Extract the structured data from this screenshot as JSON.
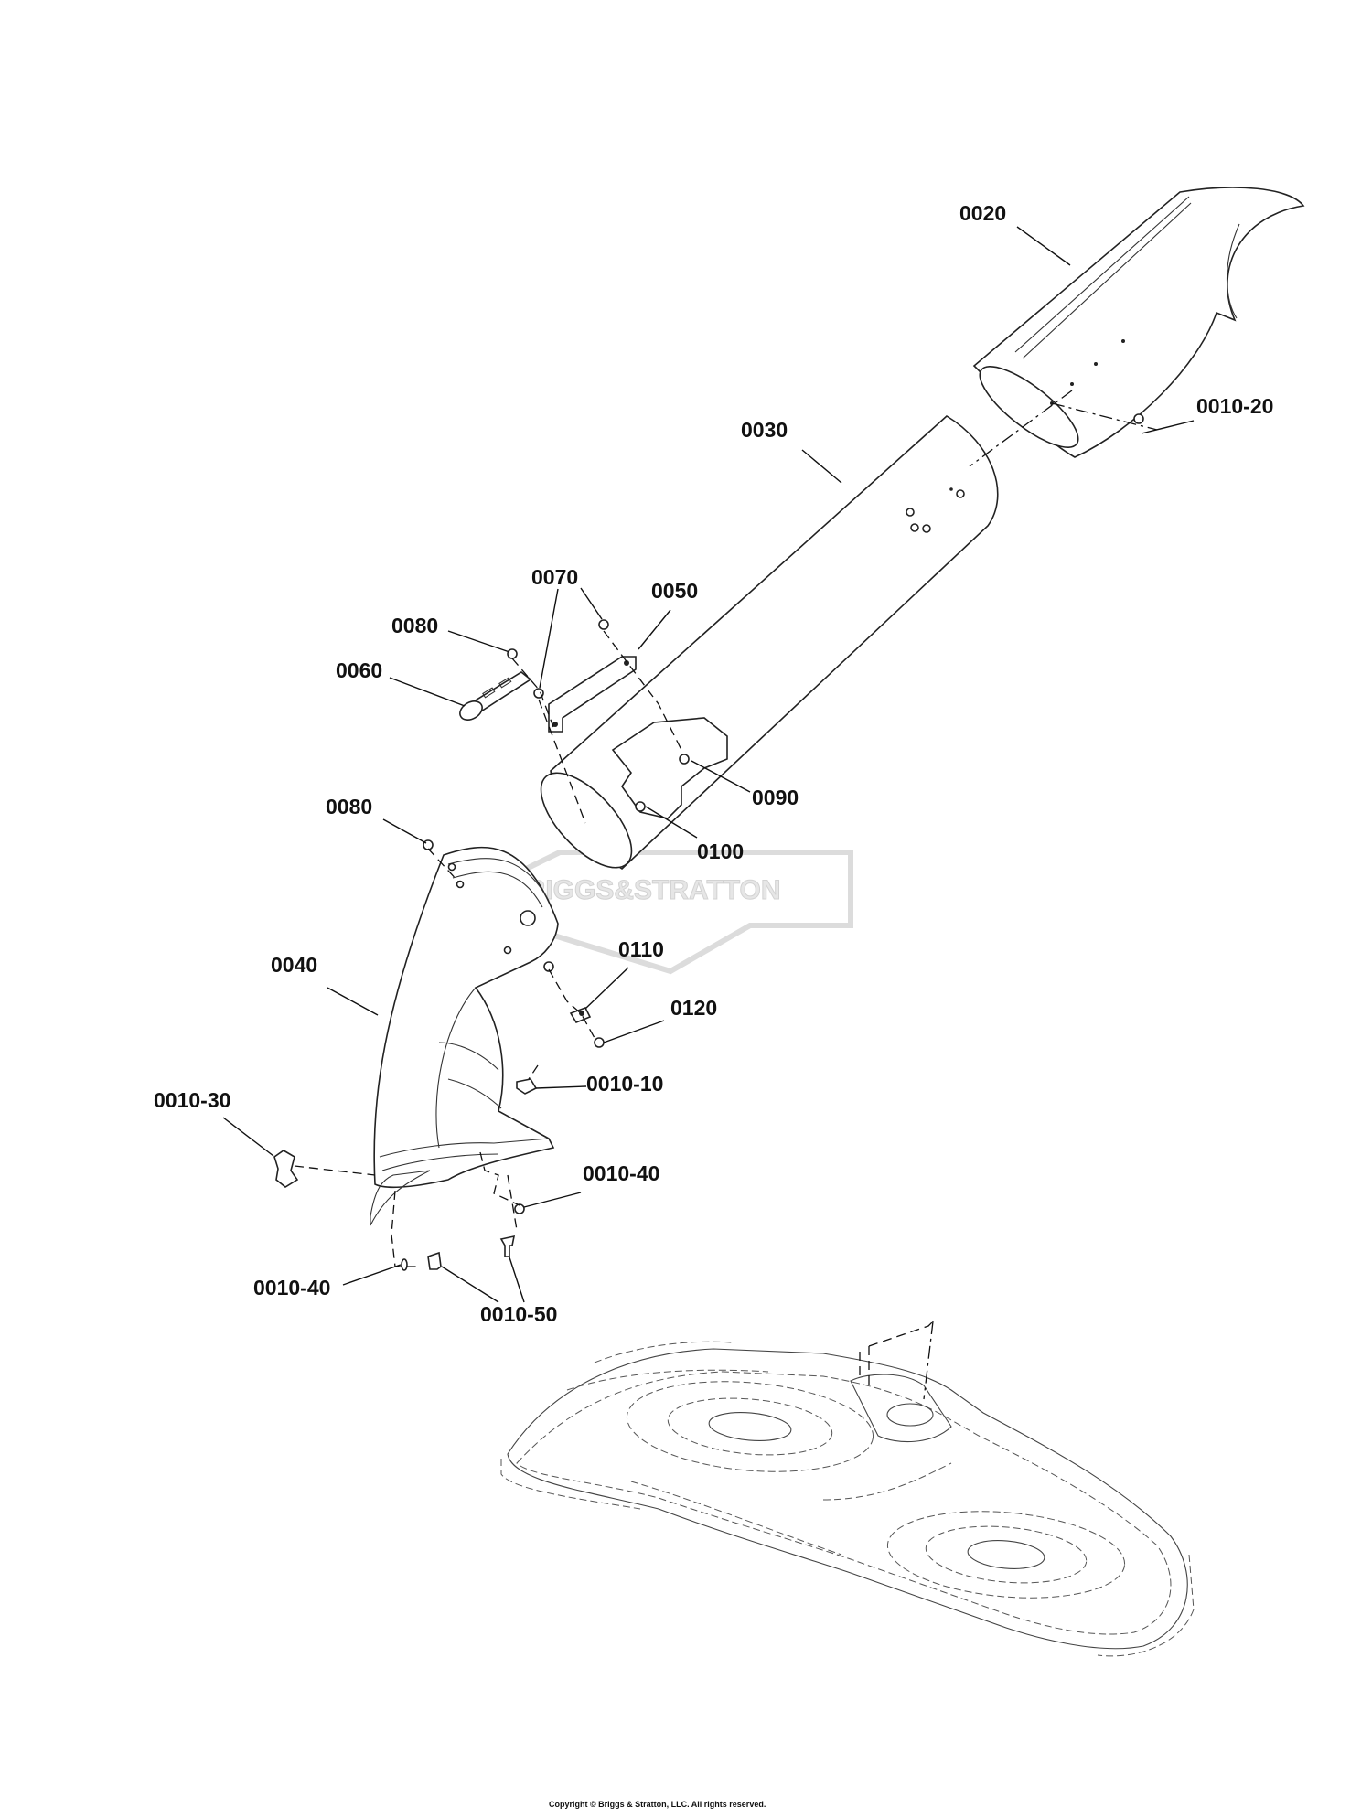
{
  "labels": {
    "p0020": "0020",
    "p0010_20": "0010-20",
    "p0030": "0030",
    "p0070": "0070",
    "p0050": "0050",
    "p0080_a": "0080",
    "p0060": "0060",
    "p0090": "0090",
    "p0100": "0100",
    "p0080_b": "0080",
    "p0040": "0040",
    "p0110": "0110",
    "p0120": "0120",
    "p0010_10": "0010-10",
    "p0010_30": "0010-30",
    "p0010_40_a": "0010-40",
    "p0010_40_b": "0010-40",
    "p0010_50": "0010-50"
  },
  "watermark": {
    "text": "BRIGGS&STRATTON"
  },
  "footer": {
    "copyright": "Copyright © Briggs & Stratton, LLC. All rights reserved."
  },
  "colors": {
    "line": "#222222",
    "watermark": "#d2d2d2",
    "background": "#ffffff"
  }
}
